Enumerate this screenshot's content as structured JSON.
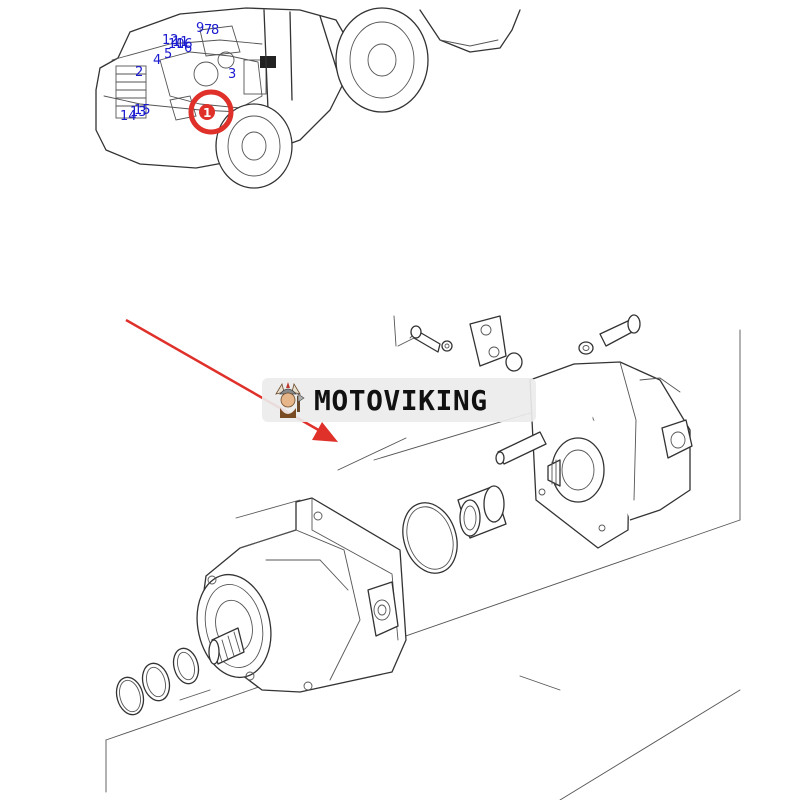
{
  "brand": {
    "name": "MOTOVIKING",
    "logo_icon": "viking-mascot-icon"
  },
  "diagram": {
    "callouts": [
      "9",
      "7",
      "8",
      "12",
      "10",
      "11",
      "16",
      "6",
      "5",
      "4",
      "2",
      "3",
      "1",
      "14",
      "13",
      "15"
    ],
    "selected_callout": "1",
    "highlight_color": "#e0302a",
    "arrow_color": "#e0302a",
    "callout_color": "#1a1ad0"
  }
}
